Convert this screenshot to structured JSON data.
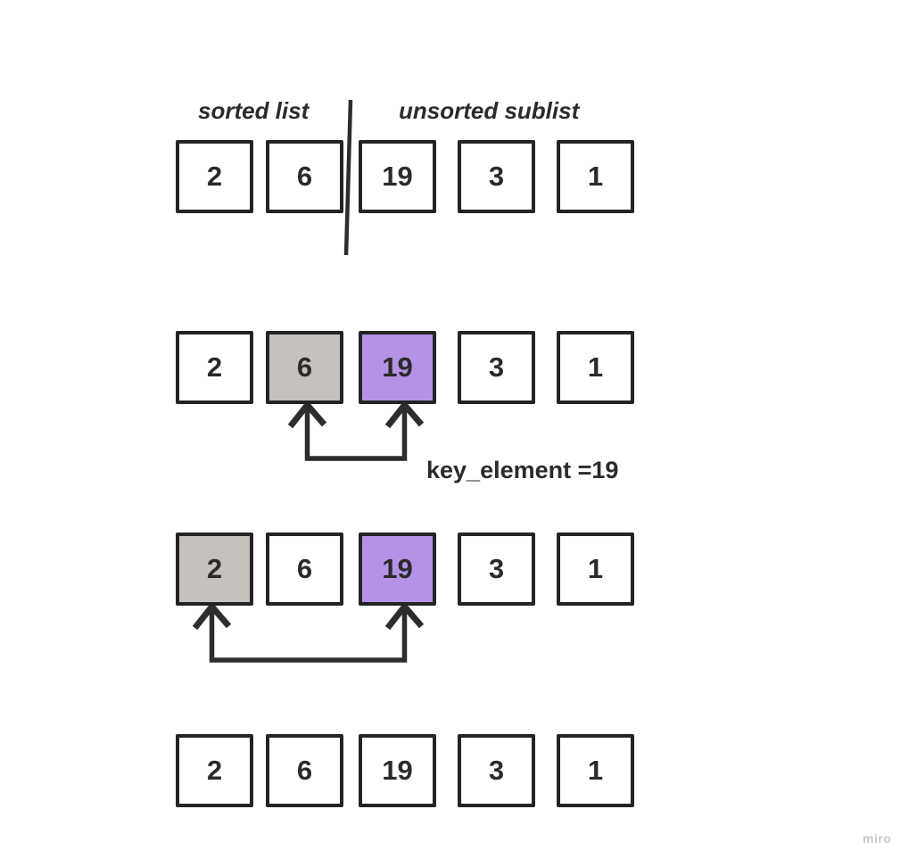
{
  "header": {
    "sorted_label": "sorted list",
    "unsorted_label": "unsorted sublist"
  },
  "annotation": {
    "key_element": "key_element =19"
  },
  "watermark": "miro",
  "colors": {
    "background": "#ffffff",
    "box_border": "#242424",
    "box_fill_white": "#ffffff",
    "box_fill_gray": "#c5c1bd",
    "box_fill_purple": "#b492e6",
    "line": "#2d2d2d",
    "text": "#2b2b2b",
    "watermark": "#c9c9c9"
  },
  "steps": [
    {
      "name": "initial-split",
      "values": [
        "2",
        "6",
        "19",
        "3",
        "1"
      ],
      "fills": [
        "white",
        "white",
        "white",
        "white",
        "white"
      ]
    },
    {
      "name": "compare-6-19",
      "values": [
        "2",
        "6",
        "19",
        "3",
        "1"
      ],
      "fills": [
        "white",
        "gray",
        "purple",
        "white",
        "white"
      ],
      "arrow": {
        "from": 1,
        "to": 2
      }
    },
    {
      "name": "compare-2-19",
      "values": [
        "2",
        "6",
        "19",
        "3",
        "1"
      ],
      "fills": [
        "gray",
        "white",
        "purple",
        "white",
        "white"
      ],
      "arrow": {
        "from": 0,
        "to": 2
      }
    },
    {
      "name": "result",
      "values": [
        "2",
        "6",
        "19",
        "3",
        "1"
      ],
      "fills": [
        "white",
        "white",
        "white",
        "white",
        "white"
      ]
    }
  ]
}
